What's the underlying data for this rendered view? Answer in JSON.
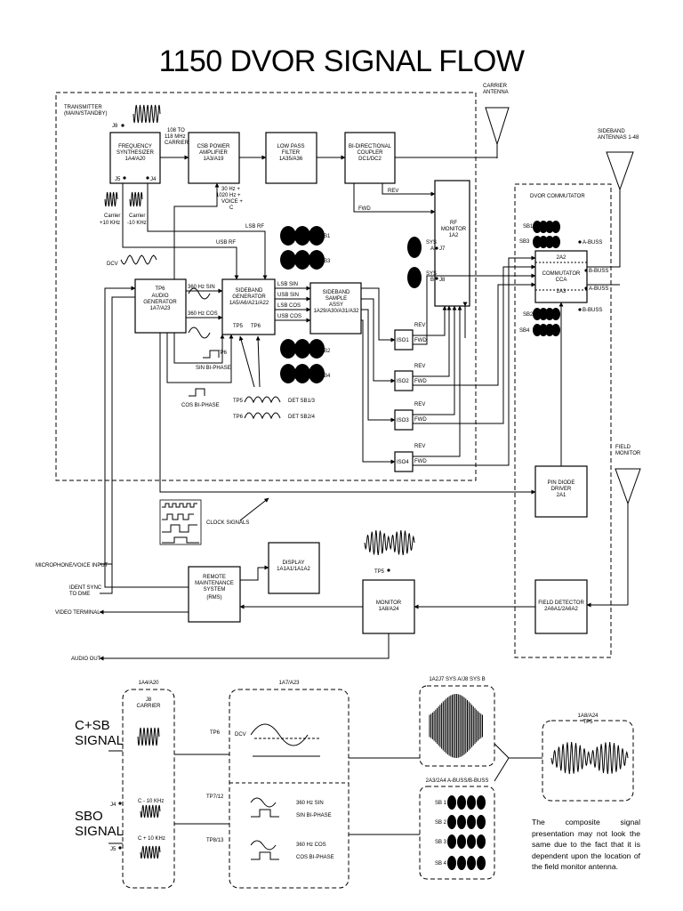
{
  "title": "1150 DVOR SIGNAL FLOW",
  "labels": {
    "transmitter": [
      "TRANSMITTER",
      "(MAIN/STANDBY)"
    ],
    "carrier_antenna": [
      "CARRIER",
      "ANTENNA"
    ],
    "sideband_antennas": [
      "SIDEBAND",
      "ANTENNAS 1-48"
    ],
    "dvor_commutator": "DVOR COMMUTATOR",
    "field_monitor": [
      "FIELD",
      "MONITOR"
    ],
    "carrier_range": [
      "108 TO",
      "118 MHz",
      "CARRIER"
    ],
    "audio_mod": [
      "30 Hz +",
      "1020 Hz +",
      "VOICE +",
      "C"
    ],
    "carrier_plus": [
      "Carrier",
      "+10 KHz"
    ],
    "carrier_minus": [
      "Carrier",
      "-10 KHz"
    ],
    "lsb_rf": "LSB RF",
    "usb_rf": "USB RF",
    "dcv": "DCV",
    "tp6": "TP6",
    "tp5": "TP5",
    "j8": "J8",
    "j5": "J5",
    "j4": "J4",
    "j7": "J7",
    "rev": "REV",
    "fwd": "FWD",
    "sin360": "360 Hz SIN",
    "cos360": "360 Hz COS",
    "sin_biphase": "SIN BI-PHASE",
    "cos_biphase": "COS BI-PHASE",
    "det_sb13": "DET SB1/3",
    "det_sb24": "DET SB2/4",
    "tp5_short": "TP5",
    "tp6_short": "TP6",
    "sb_signals": [
      "LSB SIN",
      "USB SIN",
      "LSB COS",
      "USB COS"
    ],
    "sb1": "SB1",
    "sb2": "SB2",
    "sb3": "SB3",
    "sb4": "SB4",
    "sys_a": [
      "SYS",
      "A"
    ],
    "sys_b": [
      "SYS",
      "B"
    ],
    "a_buss": "A-BUSS",
    "b_buss": "B-BUSS",
    "clock_signals": "CLOCK SIGNALS",
    "microphone": "MICROPHONE/VOICE INPUT",
    "ident_sync": [
      "IDENT SYNC",
      "TO DME"
    ],
    "video_terminal": "VIDEO TERMINAL",
    "audio_out": "AUDIO OUT"
  },
  "blocks": {
    "freq_synth": [
      "FREQUENCY",
      "SYNTHESIZER",
      "1A4/A20"
    ],
    "csb_amp": [
      "CSB POWER",
      "AMPLIFIER",
      "1A3/A19"
    ],
    "lpf": [
      "LOW PASS",
      "FILTER",
      "1A35/A36"
    ],
    "coupler": [
      "BI-DIRECTIONAL",
      "COUPLER",
      "DC1/DC2"
    ],
    "rf_monitor": [
      "RF",
      "MONITOR",
      "1A2"
    ],
    "audio_gen": [
      "AUDIO",
      "GENERATOR",
      "1A7/A23"
    ],
    "sb_gen": [
      "SIDEBAND",
      "GENERATOR",
      "1A5/A6/A21/A22"
    ],
    "sb_sample": [
      "SIDEBAND",
      "SAMPLE",
      "ASSY",
      "1A29/A30/A31/A32"
    ],
    "iso": [
      "ISO1",
      "ISO2",
      "ISO3",
      "ISO4"
    ],
    "commutator": [
      "2A2",
      "COMMUTATOR",
      "CCA",
      "2A3"
    ],
    "pin_diode": [
      "PIN DIODE",
      "DRIVER",
      "2A1"
    ],
    "field_detector": [
      "FIELD DETECTOR",
      "2A6A1/2A6A2"
    ],
    "monitor": [
      "MONITOR",
      "1A8/A24"
    ],
    "rms": [
      "REMOTE",
      "MAINTENANCE",
      "SYSTEM",
      "(RMS)"
    ],
    "display": [
      "DISPLAY",
      "1A1A1/1A1A2"
    ]
  },
  "bottom": {
    "csb_signal": [
      "C+SB",
      "SIGNAL"
    ],
    "sbo_signal": [
      "SBO",
      "SIGNAL"
    ],
    "panel1_title": "1A4/A20",
    "panel1_sub": [
      "J8",
      "CARRIER"
    ],
    "c_minus": "C - 10 KHz",
    "c_plus": "C + 10 KHz",
    "j4": "J4",
    "j5": "J5",
    "panel2_title": "1A7/A23",
    "tp6": "TP6",
    "dcv": "DCV",
    "tp7_12": "TP7/12",
    "tp8_13": "TP8/13",
    "sin": "360 Hz SIN",
    "sin_bi": "SIN BI-PHASE",
    "cos": "360 Hz COS",
    "cos_bi": "COS BI-PHASE",
    "panel3_title": "1A2J7 SYS A/J8 SYS B",
    "panel4_title": "2A3/2A4 A-BUSS/B-BUSS",
    "sb_rows": [
      "SB 1",
      "SB 2",
      "SB 3",
      "SB 4"
    ],
    "panel5_title": [
      "1A8/A24",
      "TP5"
    ],
    "note": "The composite signal presentation may not look the same due to the fact that it is dependent upon the location of the field monitor antenna."
  }
}
